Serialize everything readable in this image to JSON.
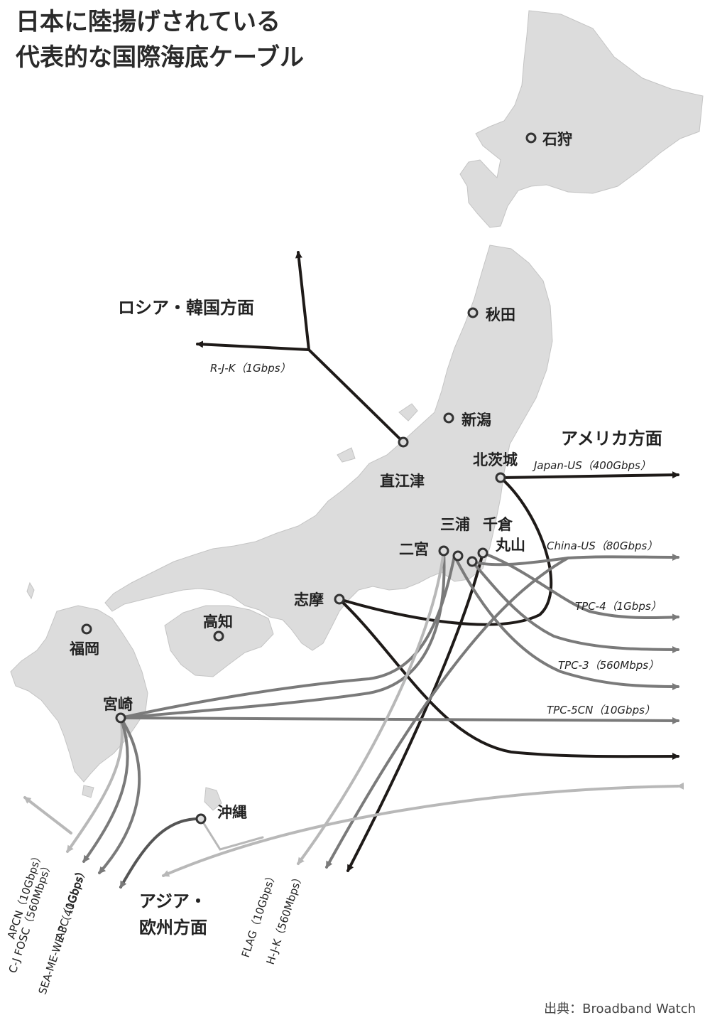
{
  "title": {
    "line1": "日本に陸揚げされている",
    "line2": "代表的な国際海底ケーブル"
  },
  "credit": "出典：Broadband Watch",
  "cities": {
    "ishikari": "石狩",
    "akita": "秋田",
    "niigata": "新潟",
    "naoetsu": "直江津",
    "kitaibaraki": "北茨城",
    "miura": "三浦",
    "chikura": "千倉",
    "maruyama": "丸山",
    "ninomiya": "二宮",
    "shima": "志摩",
    "kochi": "高知",
    "fukuoka": "福岡",
    "miyazaki": "宮崎",
    "okinawa": "沖縄"
  },
  "regions": {
    "russia_korea": "ロシア・韓国方面",
    "america": "アメリカ方面",
    "asia_europe_line1": "アジア・",
    "asia_europe_line2": "欧州方面"
  },
  "cables": {
    "rjk": "R-J-K（1Gbps）",
    "japan_us": "Japan-US（400Gbps）",
    "china_us": "China-US（80Gbps）",
    "tpc4": "TPC-4（1Gbps）",
    "tpc3": "TPC-3（560Mbps）",
    "tpc5cn": "TPC-5CN（10Gbps）",
    "apcn": "APCN（10Gbps）",
    "cjfosc": "C-J FOSC（560Mbps）",
    "apc": "APC（1Gbps）",
    "seamewe3": "SEA-ME-WE 3（40Gbps）",
    "flag": "FLAG（10Gbps）",
    "hjk": "H-J-K（560Mbps）"
  },
  "colors": {
    "land": "#dcdcdc",
    "dark_cable": "#1e1a18",
    "mid_cable": "#7a7a7a",
    "light_cable": "#b8b8b8"
  }
}
